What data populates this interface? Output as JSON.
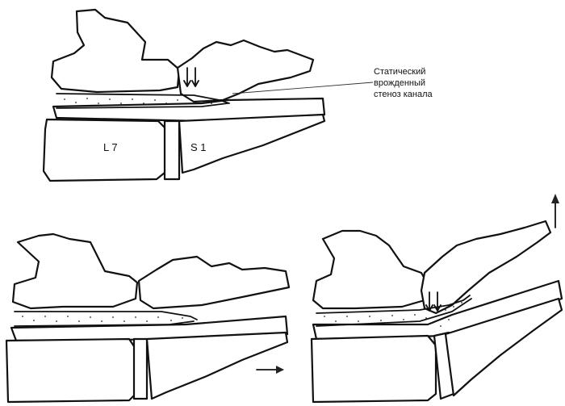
{
  "annotation": {
    "lines": [
      "Статический",
      "врожденный",
      "стеноз канала"
    ]
  },
  "vertebra_labels": {
    "lumbar": "L 7",
    "sacral": "S 1"
  },
  "icons": {
    "compression_arrows": "double-down-arrow-icon",
    "transition_arrow": "right-arrow-icon",
    "lift_arrow": "up-arrow-icon"
  },
  "colors": {
    "ink": "#111111",
    "background": "#ffffff"
  }
}
